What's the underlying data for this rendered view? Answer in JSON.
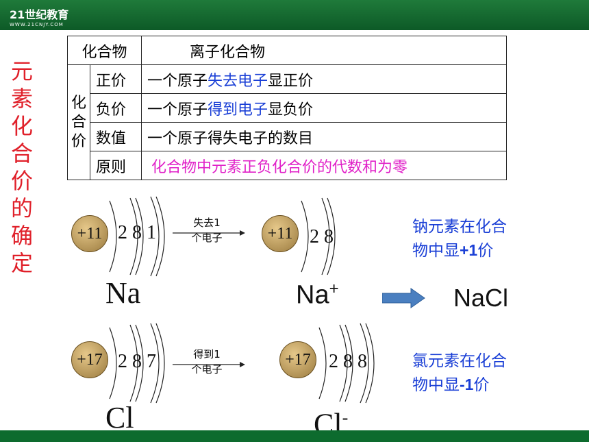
{
  "logo": {
    "text": "21世纪教育",
    "sub": "WWW.21CNJY.COM"
  },
  "side_title": [
    "元",
    "素",
    "化",
    "合",
    "价",
    "的",
    "确",
    "定"
  ],
  "table": {
    "header_left": "化合物",
    "header_right": "离子化合物",
    "group_label": [
      "化",
      "合",
      "价"
    ],
    "rows": [
      {
        "label": "正价",
        "parts": [
          "一个原子",
          "失去电子",
          "显正价"
        ]
      },
      {
        "label": "负价",
        "parts": [
          "一个原子",
          "得到电子",
          "显负价"
        ]
      },
      {
        "label": "数值",
        "parts": [
          "一个原子得失电子的数目"
        ]
      },
      {
        "label": "原则",
        "parts": [
          "化合物中元素正负化合价的代数和为零"
        ]
      }
    ]
  },
  "na": {
    "atom_charge": "+11",
    "atom_shells": "2 8 1",
    "arrow_top": "失去1",
    "arrow_bottom": "个电子",
    "ion_charge": "+11",
    "ion_shells": "2  8",
    "atom_symbol": "Na",
    "ion_symbol": "Na",
    "ion_sup": "+",
    "compound": "NaCl",
    "note_line1": "钠元素在化合",
    "note_line2a": "物中显",
    "note_line2b": "+1",
    "note_line2c": "价"
  },
  "cl": {
    "atom_charge": "+17",
    "atom_shells": "2 8 7",
    "arrow_top": "得到1",
    "arrow_bottom": "个电子",
    "ion_charge": "+17",
    "ion_shells": "2 8 8",
    "atom_symbol": "Cl",
    "ion_symbol": "Cl",
    "ion_sup": "-",
    "note_line1": "氯元素在化合",
    "note_line2a": "物中显",
    "note_line2b": "-1",
    "note_line2c": "价"
  },
  "colors": {
    "title_red": "#e0202a",
    "highlight_blue": "#1a3fd6",
    "rule_pink": "#e020c8",
    "bar_green": "#0d6b2e",
    "arrow_blue": "#4a7fc0"
  }
}
